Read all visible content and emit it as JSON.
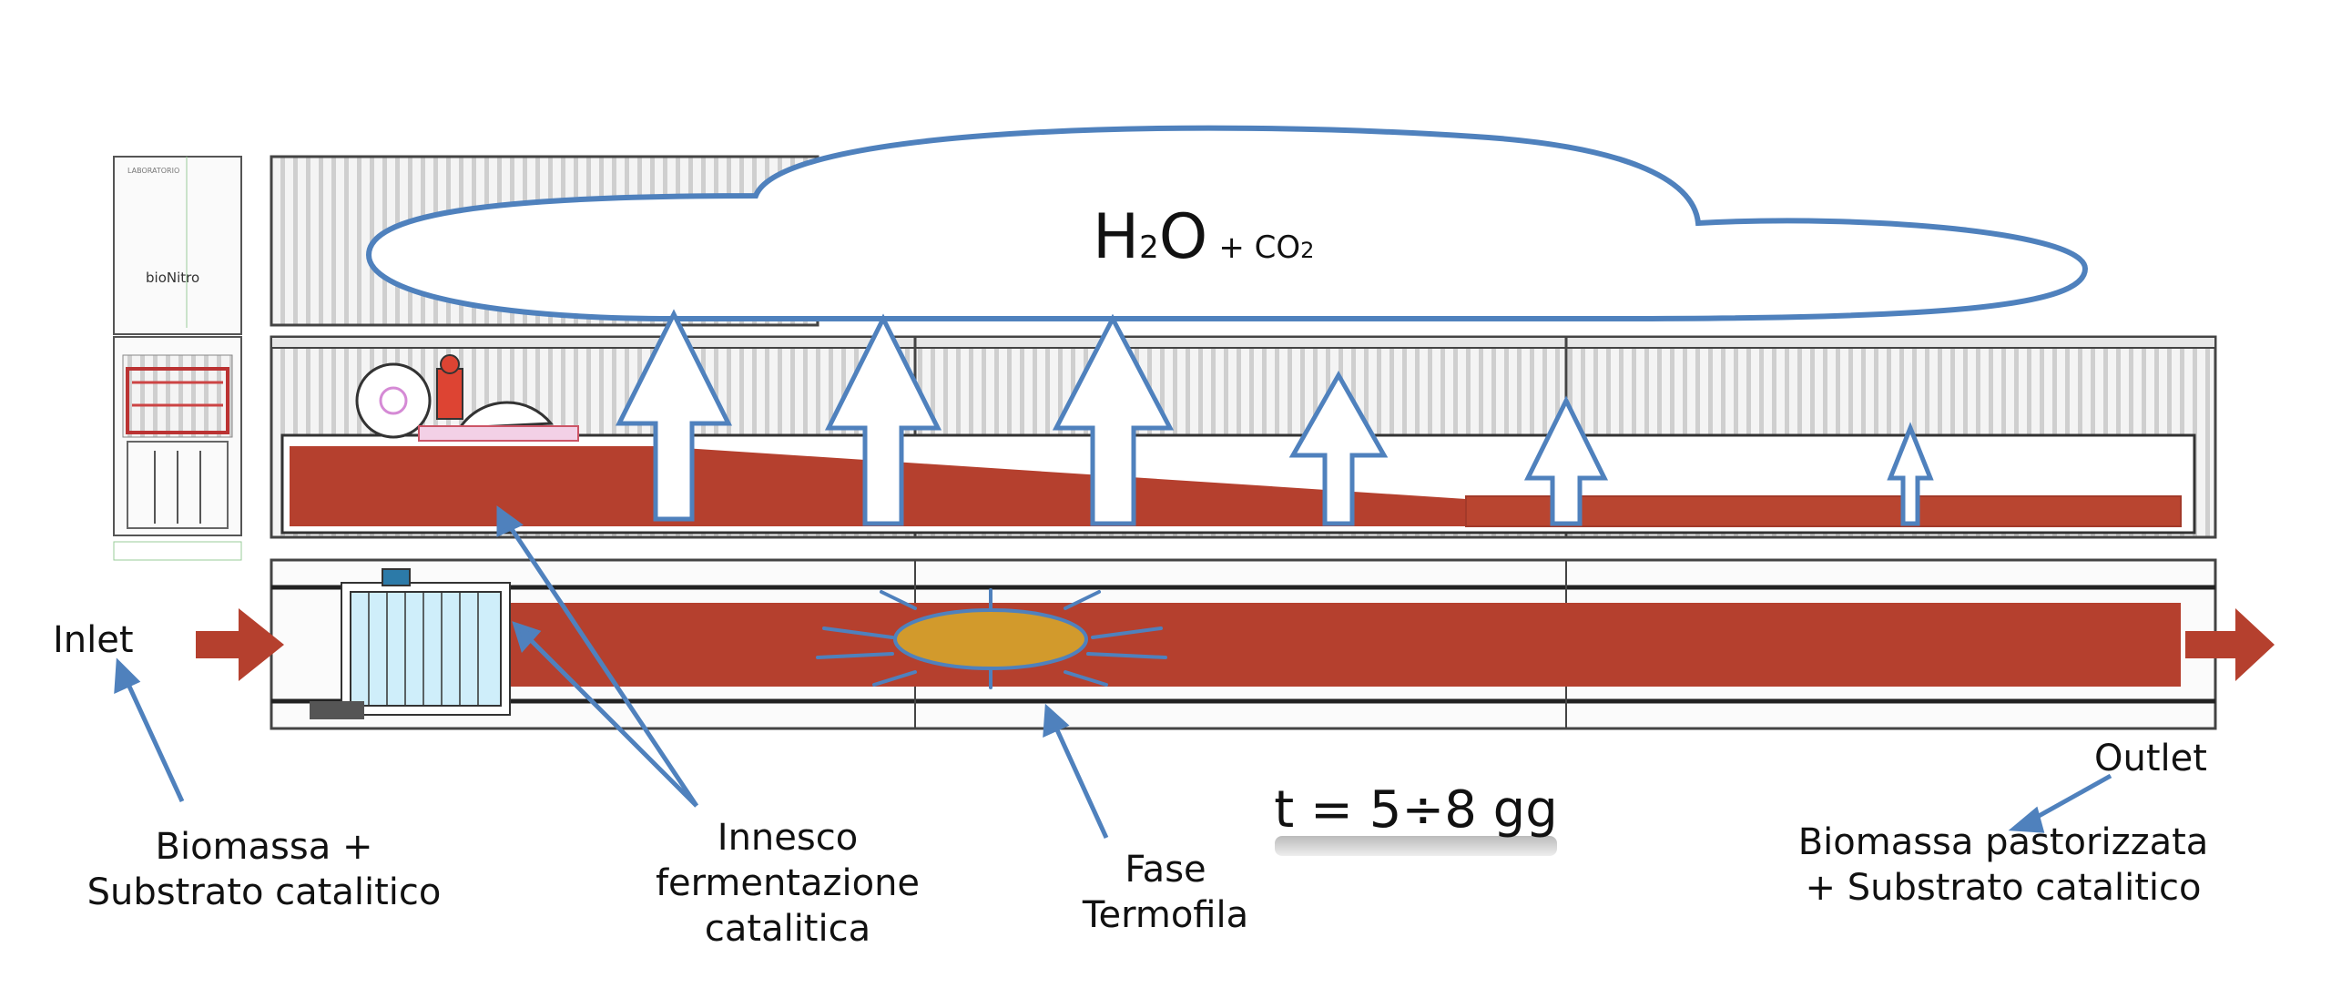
{
  "cloud": {
    "h": "H",
    "sub2a": "2",
    "o": "O",
    "plus_co": "+ CO",
    "sub2b": "2"
  },
  "machine_label": "bioNitro",
  "labels": {
    "inlet": "Inlet",
    "outlet": "Outlet",
    "biomassa_line1": "Biomassa +",
    "biomassa_line2": "Substrato catalitico",
    "innesco_line1": "Innesco",
    "innesco_line2": "fermentazione",
    "innesco_line3": "catalitica",
    "fase_line1": "Fase",
    "fase_line2": "Termofila",
    "pasto_line1": "Biomassa pastorizzata",
    "pasto_line2": "+ Substrato catalitico",
    "time": "t = 5÷8 gg"
  },
  "colors": {
    "biomass": "#b5402e",
    "arrow_blue": "#4f81bd",
    "sun": "#d29a2c",
    "container_line": "#444444"
  }
}
